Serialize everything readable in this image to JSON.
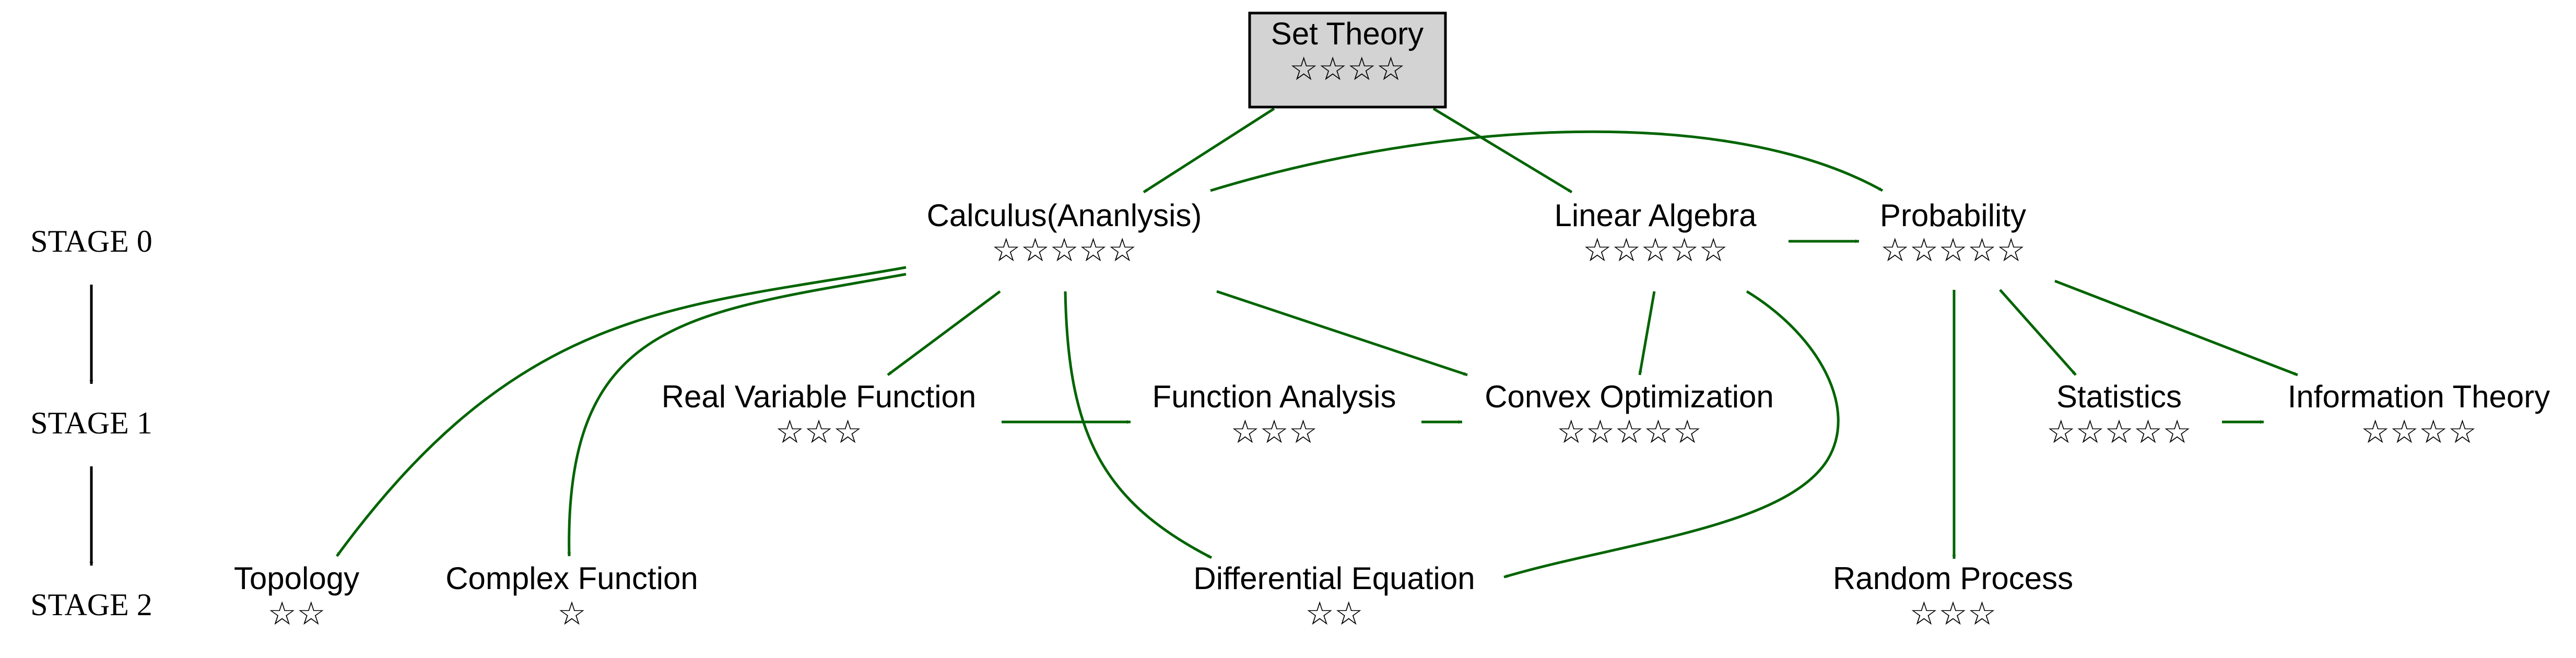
{
  "diagram": {
    "stages": [
      "STAGE 0",
      "STAGE 1",
      "STAGE 2"
    ],
    "colors": {
      "edge": "#006400",
      "stage_arrow": "#000000",
      "root_fill": "#d3d3d3",
      "text": "#000000"
    },
    "nodes": {
      "set_theory": {
        "label": "Set Theory",
        "stars": "☆☆☆☆"
      },
      "calculus": {
        "label": "Calculus(Ananlysis)",
        "stars": "☆☆☆☆☆"
      },
      "linear_algebra": {
        "label": "Linear Algebra",
        "stars": "☆☆☆☆☆"
      },
      "probability": {
        "label": "Probability",
        "stars": "☆☆☆☆☆"
      },
      "real_variable_function": {
        "label": "Real Variable Function",
        "stars": "☆☆☆"
      },
      "function_analysis": {
        "label": "Function Analysis",
        "stars": "☆☆☆"
      },
      "convex_optimization": {
        "label": "Convex Optimization",
        "stars": "☆☆☆☆☆"
      },
      "statistics": {
        "label": "Statistics",
        "stars": "☆☆☆☆☆"
      },
      "information_theory": {
        "label": "Information Theory",
        "stars": "☆☆☆☆"
      },
      "topology": {
        "label": "Topology",
        "stars": "☆☆"
      },
      "complex_function": {
        "label": "Complex Function",
        "stars": "☆"
      },
      "differential_equation": {
        "label": "Differential Equation",
        "stars": "☆☆"
      },
      "random_process": {
        "label": "Random Process",
        "stars": "☆☆☆"
      }
    },
    "edges": [
      [
        "set_theory",
        "calculus"
      ],
      [
        "set_theory",
        "linear_algebra"
      ],
      [
        "calculus",
        "probability"
      ],
      [
        "linear_algebra",
        "probability"
      ],
      [
        "calculus",
        "topology"
      ],
      [
        "calculus",
        "complex_function"
      ],
      [
        "calculus",
        "real_variable_function"
      ],
      [
        "calculus",
        "differential_equation"
      ],
      [
        "calculus",
        "convex_optimization"
      ],
      [
        "linear_algebra",
        "convex_optimization"
      ],
      [
        "linear_algebra",
        "differential_equation"
      ],
      [
        "real_variable_function",
        "function_analysis"
      ],
      [
        "function_analysis",
        "convex_optimization"
      ],
      [
        "probability",
        "random_process"
      ],
      [
        "probability",
        "statistics"
      ],
      [
        "probability",
        "information_theory"
      ],
      [
        "statistics",
        "information_theory"
      ]
    ]
  }
}
